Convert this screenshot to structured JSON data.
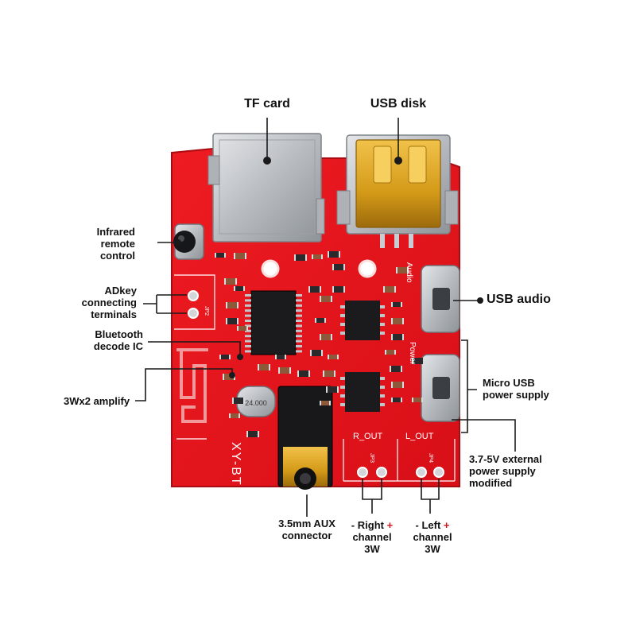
{
  "labels": {
    "tf_card": "TF card",
    "usb_disk": "USB disk",
    "usb_audio": "USB audio",
    "infrared": [
      "Infrared",
      "remote",
      "control"
    ],
    "adkey": [
      "ADkey",
      "connecting",
      "terminals"
    ],
    "bluetooth_ic": [
      "Bluetooth",
      "decode IC"
    ],
    "amplify": "3Wx2 amplify",
    "micro_usb": [
      "Micro USB",
      "power supply"
    ],
    "external_power": [
      "3.7-5V external",
      "power supply",
      "modified"
    ],
    "aux": [
      "3.5mm AUX",
      "connector"
    ],
    "right_channel": {
      "minus": "-",
      "name": "Right",
      "plus": "+",
      "line2": "channel",
      "line3": "3W"
    },
    "left_channel": {
      "minus": "-",
      "name": "Left",
      "plus": "+",
      "line2": "channel",
      "line3": "3W"
    }
  },
  "silkscreen": {
    "brand": "XY-BT",
    "r_out": "R_OUT",
    "l_out": "L_OUT",
    "audio": "Audio",
    "power": "Power",
    "jp3": "JP3",
    "jp4": "JP4",
    "jp2": "JP2",
    "crystal": "24.000"
  },
  "colors": {
    "pcb": "#e8141c",
    "pcb_dark": "#b50d12",
    "silver": "#c9ccd0",
    "gold": "#d9a21b",
    "chip": "#1b1b1d",
    "annotation_line": "#1a1a1a",
    "plus_sign": "#d4141c"
  }
}
